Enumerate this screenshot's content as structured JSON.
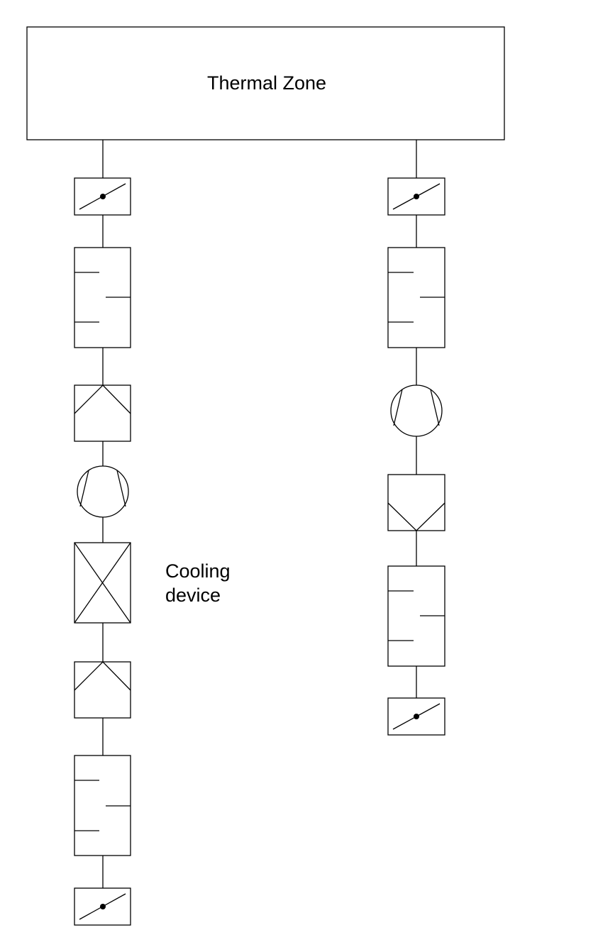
{
  "diagram": {
    "thermal_zone": {
      "label": "Thermal Zone"
    },
    "cooling_device": {
      "label_line1": "Cooling",
      "label_line2": "device"
    }
  }
}
